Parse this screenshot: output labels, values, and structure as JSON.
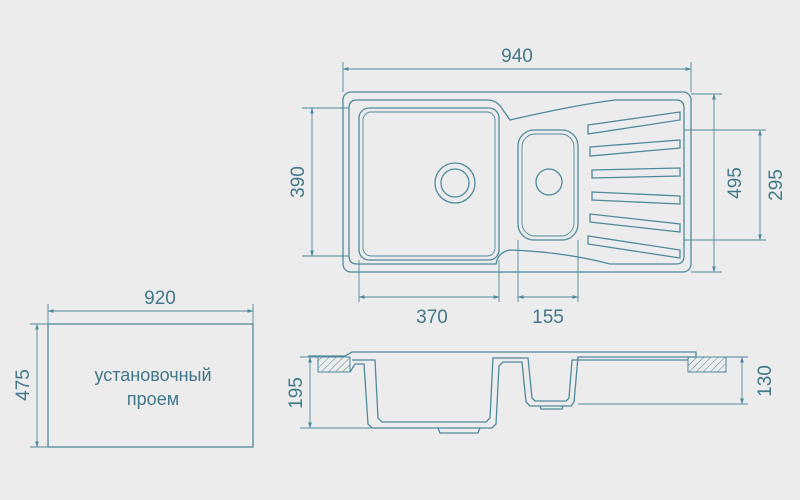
{
  "dimensions": {
    "overall_width": "940",
    "bowl_height": "390",
    "overall_depth": "495",
    "small_bowl_height": "295",
    "bowl_width": "370",
    "small_bowl_width": "155",
    "cutout_width": "920",
    "cutout_depth": "475",
    "bowl_depth": "195",
    "small_bowl_depth": "130"
  },
  "cutout": {
    "label_line1": "установочный",
    "label_line2": "проем"
  },
  "colors": {
    "background": "#ececec",
    "line": "#4f8a9c",
    "text": "#41788a"
  }
}
